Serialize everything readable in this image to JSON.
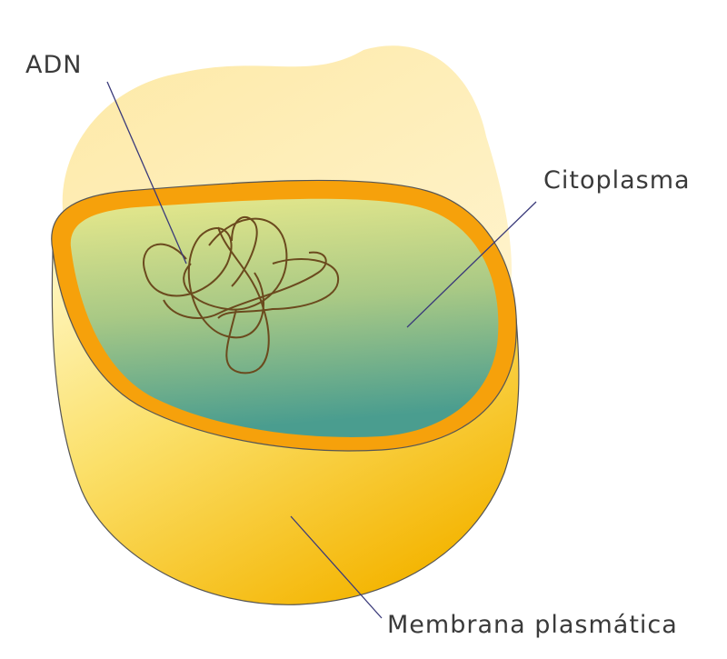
{
  "title": "Cell diagram",
  "labels": {
    "dna": "ADN",
    "cytoplasm": "Citoplasma",
    "membrane": "Membrana plasmática"
  },
  "colors": {
    "back": "#fde9a6",
    "body_light": "#fff6b8",
    "body_dark": "#f7c40a",
    "rim": "#f6a10b",
    "inner_top": "#e4e68a",
    "inner_bottom": "#4a9e8e",
    "dna": "#6b4a1e",
    "leader": "#3a3a7a"
  }
}
